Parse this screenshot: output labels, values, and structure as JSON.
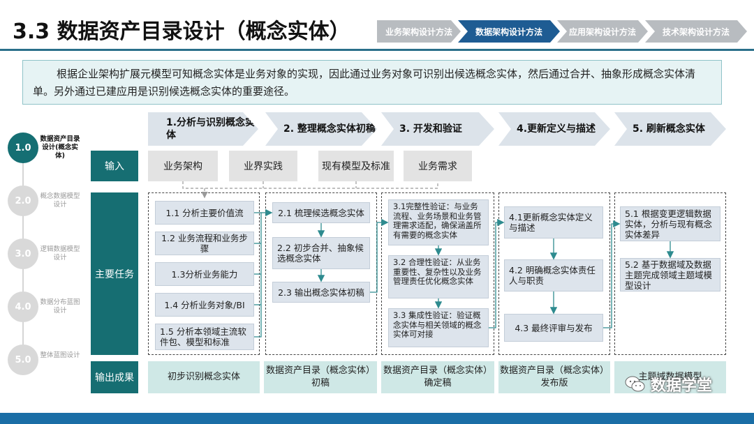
{
  "header": {
    "title": "3.3 数据资产目录设计（概念实体）",
    "steps": [
      {
        "label": "业务架构设计方法",
        "active": false
      },
      {
        "label": "数据架构设计方法",
        "active": true
      },
      {
        "label": "应用架构设计方法",
        "active": false
      },
      {
        "label": "技术架构设计方法",
        "active": false
      }
    ]
  },
  "intro": "根据企业架构扩展元模型可知概念实体是业务对象的实现，因此通过业务对象可识别出候选概念实体，然后通过合并、抽象形成概念实体清单。另外通过已建应用是识别候选概念实体的重要途径。",
  "nav": [
    {
      "num": "1.0",
      "label": "数据资产目录设计(概念实体)",
      "active": true
    },
    {
      "num": "2.0",
      "label": "概念数据模型设计",
      "active": false
    },
    {
      "num": "3.0",
      "label": "逻辑数据模型设计",
      "active": false
    },
    {
      "num": "4.0",
      "label": "数据分布蓝图设计",
      "active": false
    },
    {
      "num": "5.0",
      "label": "整体蓝图设计",
      "active": false
    }
  ],
  "phases": [
    "1.分析与识别概念实体",
    "2. 整理概念实体初稿",
    "3. 开发和验证",
    "4.更新定义与描述",
    "5. 刷新概念实体"
  ],
  "rows": {
    "input": "输入",
    "tasks": "主要任务",
    "output": "输出成果"
  },
  "inputs": [
    "业务架构",
    "业界实践",
    "现有模型及标准",
    "业务需求"
  ],
  "tasks": {
    "col1": [
      "1.1 分析主要价值流",
      "1.2 业务流程和业务步骤",
      "1.3分析业务能力",
      "1.4 分析业务对象/BI",
      "1.5 分析本领域主流软件包、模型和标准"
    ],
    "col2": [
      "2.1 梳理候选概念实体",
      "2.2 初步合并、抽象候选概念实体",
      "2.3 输出概念实体初稿"
    ],
    "col3": [
      "3.1完整性验证：与业务流程、业务场景和业务管理需求适配，确保涵盖所有需要的概念实体",
      "3.2 合理性验证：从业务重要性、复杂性以及业务管理责任优化概念实体",
      "3.3 集成性验证：验证概念实体与相关领域的概念实体可对接"
    ],
    "col4": [
      "4.1更新概念实体定义与描述",
      "4.2 明确概念实体责任人与职责",
      "4.3 最终评审与发布"
    ],
    "col5": [
      "5.1 根据变更逻辑数据实体，分析与现有概念实体差异",
      "5.2 基于数据域及数据主题完成领域主题域模型设计"
    ]
  },
  "outputs": [
    "初步识别概念实体",
    "数据资产目录（概念实体）初稿",
    "数据资产目录（概念实体）确定稿",
    "数据资产目录（概念实体）发布版",
    "主题域数据模型"
  ],
  "watermark": "数据学堂",
  "colors": {
    "accent": "#156f73",
    "header_active": "#1e5c93",
    "footer": "#1a6ea6"
  }
}
